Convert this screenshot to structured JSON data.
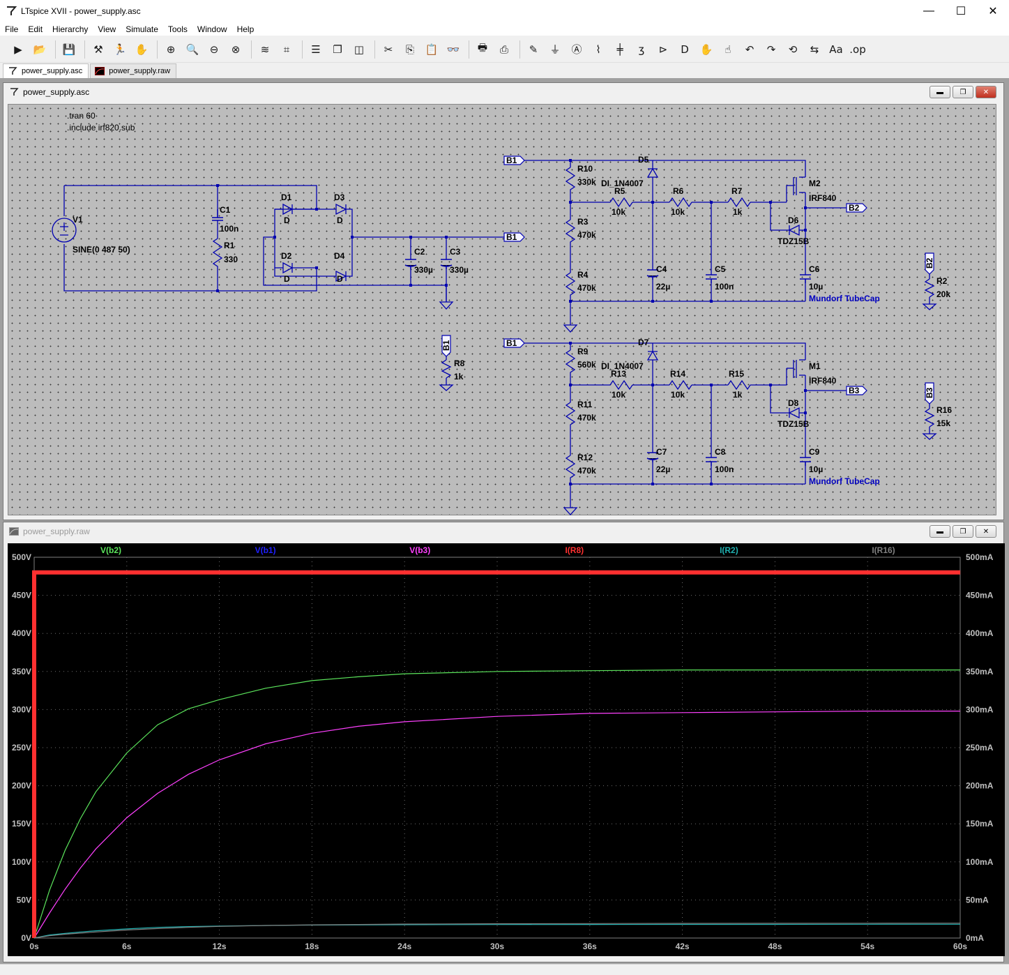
{
  "window": {
    "title": "LTspice XVII - power_supply.asc",
    "minimize": "—",
    "maximize": "☐",
    "close": "✕"
  },
  "menu": [
    "File",
    "Edit",
    "Hierarchy",
    "View",
    "Simulate",
    "Tools",
    "Window",
    "Help"
  ],
  "toolbar_icons": [
    "run-icon",
    "open-icon",
    "save-icon",
    "control-panel-icon",
    "run-simulation-icon",
    "pan-hand-icon",
    "zoom-in-icon",
    "zoom-fit-icon",
    "zoom-out-icon",
    "zoom-cancel-icon",
    "autorange-icon",
    "grid-icon",
    "tile-horizontal-icon",
    "cascade-icon",
    "tile-vertical-icon",
    "cut-icon",
    "copy-icon",
    "paste-icon",
    "find-icon",
    "print-icon",
    "print-setup-icon",
    "draw-wire-icon",
    "ground-icon",
    "label-net-icon",
    "resistor-icon",
    "capacitor-icon",
    "inductor-icon",
    "diode-icon",
    "component-icon",
    "move-icon",
    "drag-icon",
    "undo-icon",
    "redo-icon",
    "rotate-icon",
    "mirror-icon",
    "text-icon",
    "spice-directive-icon"
  ],
  "tabs": [
    {
      "label": "power_supply.asc",
      "active": true
    },
    {
      "label": "power_supply.raw",
      "active": false
    }
  ],
  "schematic_window": {
    "title": "power_supply.asc",
    "directives": [
      ".tran 60",
      ".include irf820.sub"
    ],
    "labels": {
      "V1": "V1",
      "V1_value": "SINE(0 487 50)",
      "C1": "C1",
      "C1_value": "100n",
      "R1": "R1",
      "R1_value": "330",
      "D1": "D1",
      "D2": "D2",
      "D3": "D3",
      "D4": "D4",
      "D_model": "D",
      "C2": "C2",
      "C2_value": "330µ",
      "C3": "C3",
      "C3_value": "330µ",
      "B1": "B1",
      "B2": "B2",
      "B3": "B3",
      "R10": "R10",
      "R10_value": "330k",
      "R3": "R3",
      "R3_value": "470k",
      "R4": "R4",
      "R4_value": "470k",
      "D5": "D5",
      "D7": "D7",
      "DI": "DI_1N4007",
      "R5": "R5",
      "R5_value": "10k",
      "R6": "R6",
      "R6_value": "10k",
      "R7": "R7",
      "R7_value": "1k",
      "M2": "M2",
      "M1": "M1",
      "IRF": "IRF840",
      "D6": "D6",
      "D8": "D8",
      "TDZ": "TDZ15B",
      "C4": "C4",
      "C4_value": "22µ",
      "C5": "C5",
      "C5_value": "100n",
      "C6": "C6",
      "C6_value": "10µ",
      "mundorf": "Mundorf TubeCap",
      "R2": "R2",
      "R2_value": "20k",
      "R8": "R8",
      "R8_value": "1k",
      "R16": "R16",
      "R16_value": "15k",
      "R9": "R9",
      "R9_value": "560k",
      "R11": "R11",
      "R11_value": "470k",
      "R12": "R12",
      "R12_value": "470k",
      "R13": "R13",
      "R13_value": "10k",
      "R14": "R14",
      "R14_value": "10k",
      "R15": "R15",
      "R15_value": "1k",
      "C7": "C7",
      "C7_value": "22µ",
      "C8": "C8",
      "C8_value": "100n",
      "C9": "C9",
      "C9_value": "10µ"
    }
  },
  "waveform_window": {
    "title": "power_supply.raw"
  },
  "chart_data": {
    "type": "line",
    "x": [
      0,
      1,
      2,
      3,
      4,
      6,
      8,
      10,
      12,
      15,
      18,
      21,
      24,
      30,
      36,
      42,
      48,
      54,
      60
    ],
    "xlim": [
      0,
      60
    ],
    "xticks": [
      "0s",
      "6s",
      "12s",
      "18s",
      "24s",
      "30s",
      "36s",
      "42s",
      "48s",
      "54s",
      "60s"
    ],
    "ylim_left": [
      0,
      500
    ],
    "yticks_left": [
      "0V",
      "50V",
      "100V",
      "150V",
      "200V",
      "250V",
      "300V",
      "350V",
      "400V",
      "450V",
      "500V"
    ],
    "ylim_right": [
      0,
      500
    ],
    "yticks_right": [
      "0mA",
      "50mA",
      "100mA",
      "150mA",
      "200mA",
      "250mA",
      "300mA",
      "350mA",
      "400mA",
      "450mA",
      "500mA"
    ],
    "grid": true,
    "legend_placement": "top",
    "series": [
      {
        "name": "V(b2)",
        "color": "#5ce65c",
        "axis": "left",
        "values": [
          0,
          63,
          115,
          157,
          192,
          243,
          280,
          301,
          313,
          328,
          338,
          343,
          347,
          350,
          351,
          352,
          352,
          352,
          352
        ]
      },
      {
        "name": "V(b1)",
        "color": "#2020ff",
        "axis": "left",
        "values": [
          480,
          480,
          480,
          480,
          480,
          480,
          480,
          480,
          480,
          480,
          480,
          480,
          480,
          480,
          480,
          480,
          480,
          480,
          480
        ]
      },
      {
        "name": "V(b3)",
        "color": "#ff40ff",
        "axis": "left",
        "values": [
          0,
          33,
          64,
          92,
          117,
          158,
          190,
          215,
          234,
          255,
          269,
          278,
          284,
          291,
          295,
          296,
          297,
          298,
          298
        ]
      },
      {
        "name": "I(R8)",
        "color": "#ff3030",
        "axis": "right",
        "values": [
          480,
          480,
          480,
          480,
          480,
          480,
          480,
          480,
          480,
          480,
          480,
          480,
          480,
          480,
          480,
          480,
          480,
          480,
          480
        ]
      },
      {
        "name": "I(R2)",
        "color": "#20b0b0",
        "axis": "right",
        "values": [
          0,
          4,
          6,
          8,
          9.5,
          12,
          14,
          15,
          15.7,
          16.5,
          17,
          17.3,
          17.5,
          17.7,
          17.8,
          17.9,
          17.9,
          18,
          18
        ]
      },
      {
        "name": "I(R16)",
        "color": "#808080",
        "axis": "right",
        "values": [
          0,
          3,
          5,
          6.5,
          8,
          10.5,
          12.5,
          14,
          15.3,
          16.5,
          17.3,
          17.8,
          18.3,
          18.8,
          19,
          19.2,
          19.3,
          19.4,
          19.5
        ]
      }
    ]
  }
}
